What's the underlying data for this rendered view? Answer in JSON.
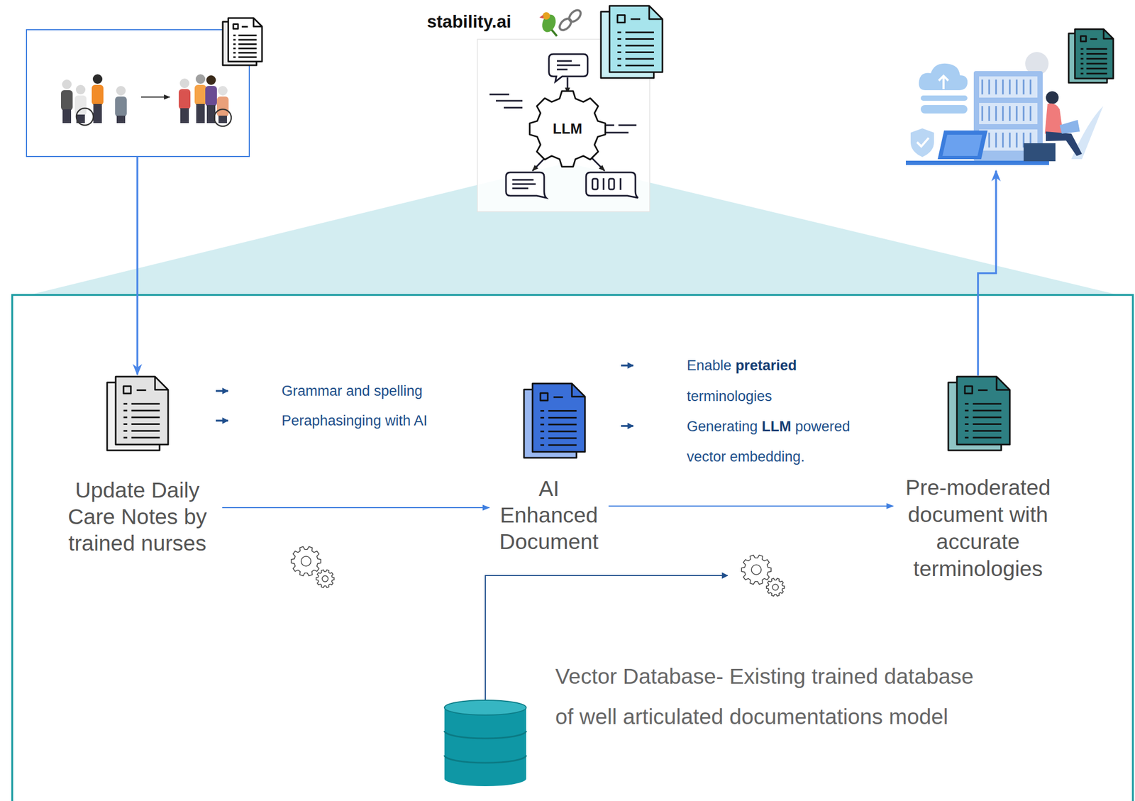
{
  "diagram": {
    "nodes": [
      {
        "text": [
          "LLM"
        ]
      },
      {
        "text": [
          "Update Daily Care Notes by trained nurses"
        ]
      },
      {
        "text": [
          "AI Enhanced Document"
        ]
      },
      {
        "text": [
          "Pre-moderated document with accurate terminologies"
        ]
      },
      {
        "text": [
          "Vector Database- Existing trained database of well articulated documentations model"
        ]
      }
    ],
    "edges": [
      {
        "from": 1,
        "to": 2,
        "arrow": "to"
      },
      {
        "from": 2,
        "to": 3,
        "arrow": "to"
      }
    ],
    "labels": [
      "stability.ai",
      "Grammar and spelling",
      "Peraphasinging with AI",
      "Enable",
      "pretaried",
      "terminologies",
      "Generating",
      "LLM",
      "powered",
      "vector embedding."
    ]
  }
}
